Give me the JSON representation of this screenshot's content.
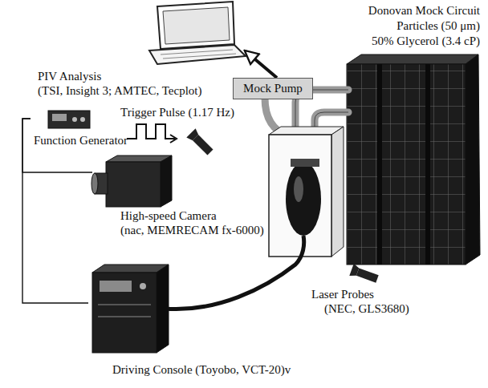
{
  "diagram": {
    "nodes": [
      {
        "text": [
          "PIV Analysis",
          "(TSI, Insight 3; AMTEC, Tecplot)"
        ]
      },
      {
        "text": [
          "Donovan Mock Circuit",
          "Particles (50 μm)",
          "50% Glycerol (3.4 cP)"
        ]
      },
      {
        "text": [
          "Mock Pump"
        ]
      },
      {
        "text": [
          "Function Generator"
        ]
      },
      {
        "text": [
          "High-speed Camera",
          "(nac, MEMRECAM fx-6000)"
        ]
      },
      {
        "text": [
          "Laser Probes",
          "(NEC, GLS3680)"
        ]
      },
      {
        "text": [
          "Driving Console (Toyobo, VCT-20)v"
        ]
      }
    ],
    "edges": [
      {
        "from": 3,
        "to": 4,
        "arrow": "none"
      },
      {
        "from": 3,
        "to": 6,
        "arrow": "none"
      },
      {
        "from": 2,
        "to": 0,
        "arrow": "to"
      }
    ],
    "labels": [
      "Trigger Pulse (1.17 Hz)"
    ]
  }
}
